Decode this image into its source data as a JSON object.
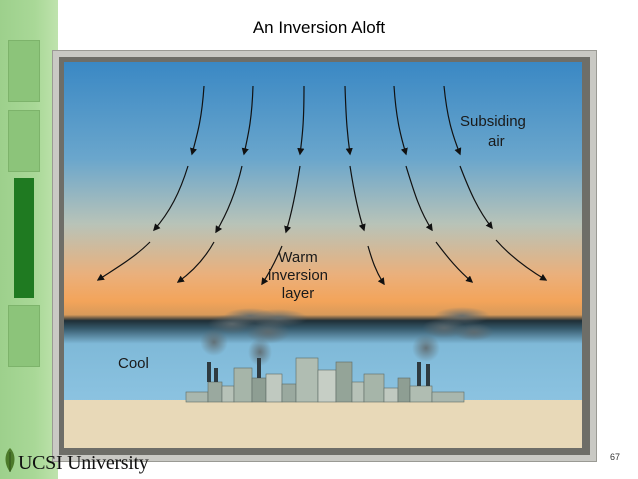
{
  "slide": {
    "title": "An Inversion Aloft",
    "page_number": "67",
    "logo_text": "UCSI University"
  },
  "diagram": {
    "labels": {
      "subsiding": "Subsiding",
      "air": "air",
      "warm": "Warm",
      "inversion": "inversion",
      "layer": "layer",
      "cool": "Cool"
    }
  },
  "colors": {
    "sky_top": "#3e8fc8",
    "sky_mid": "#c9c2a8",
    "warm_layer": "#f3a45a",
    "inversion_band": "#2f4c5a",
    "cool_air": "#8ec4e4",
    "ground": "#e8d9b8",
    "accent_green": "#1f7a21"
  }
}
